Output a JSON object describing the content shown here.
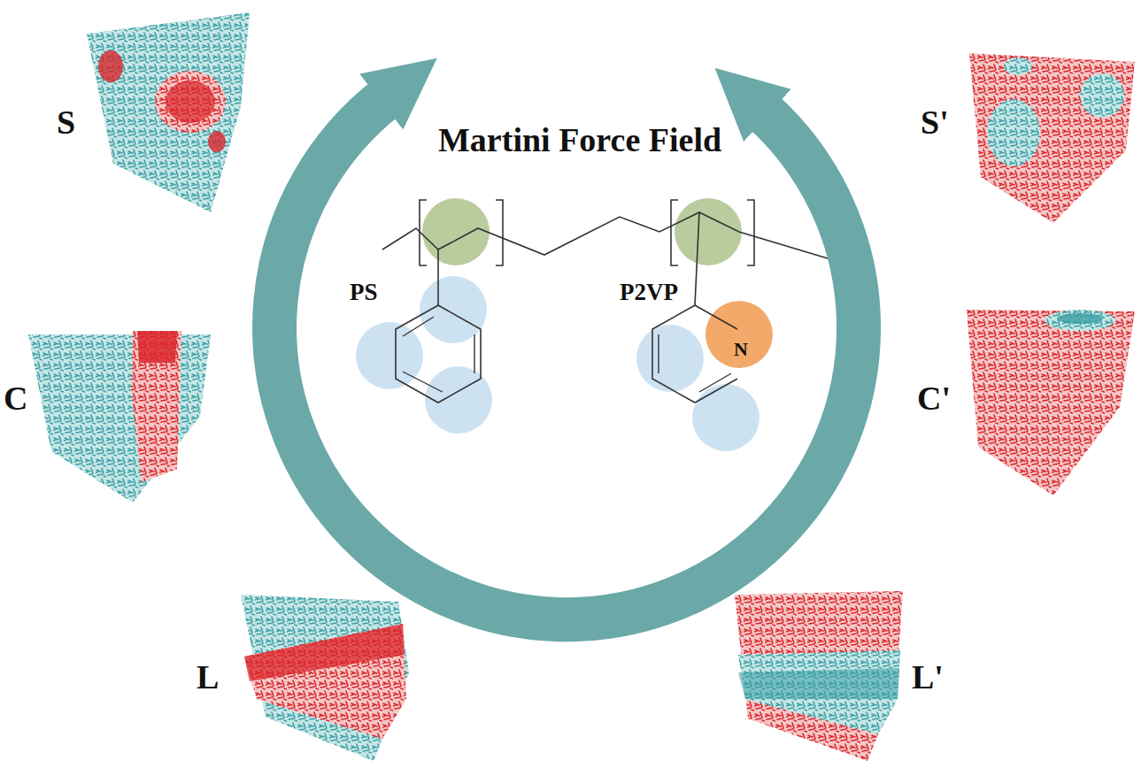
{
  "diagram": {
    "title": "Martini Force Field",
    "labels": [
      "PS",
      "P2VP",
      "N",
      "S",
      "C",
      "L",
      "S'",
      "C'",
      "L'"
    ]
  }
}
